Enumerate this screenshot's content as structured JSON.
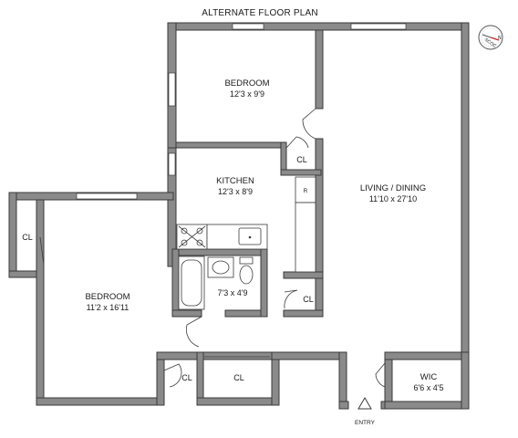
{
  "title": "ALTERNATE FLOOR PLAN",
  "rooms": {
    "bedroom1": {
      "name": "BEDROOM",
      "size": "12'3 x 9'9"
    },
    "kitchen": {
      "name": "KITCHEN",
      "size": "12'3 x 8'9"
    },
    "living": {
      "name": "LIVING / DINING",
      "size": "11'10 x 27'10"
    },
    "bedroom2": {
      "name": "BEDROOM",
      "size": "11'2 x 16'11"
    },
    "bath": {
      "size": "7'3 x 4'9"
    },
    "wic": {
      "name": "WIC",
      "size": "6'6 x 4'5"
    }
  },
  "closets": {
    "label": "CL"
  },
  "refrigerator": {
    "label": "R"
  },
  "entry": {
    "label": "ENTRY"
  },
  "compass": {
    "letters": "SCOC",
    "north": "N"
  },
  "colors": {
    "wall": "#8a8a8a",
    "wall_edge": "#3a3a3a",
    "text": "#1a1a1a",
    "compass_accent": "#cc2222"
  }
}
